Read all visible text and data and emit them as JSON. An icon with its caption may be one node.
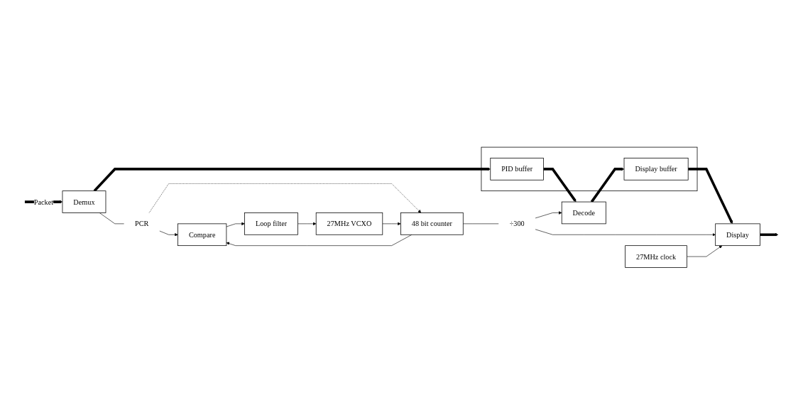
{
  "diagram": {
    "nodes": [
      {
        "text": [],
        "shape": "box"
      },
      {
        "text": [
          "PID buffer"
        ],
        "in": 0
      },
      {
        "text": [
          "Display buffer"
        ],
        "in": 0
      },
      {
        "text": [
          "Demux"
        ]
      },
      {
        "text": [
          "Decode"
        ]
      },
      {
        "text": [
          "Display"
        ]
      },
      {
        "text": [
          "PCR"
        ]
      },
      {
        "text": [
          "Compare"
        ]
      },
      {
        "text": [
          "48 bit counter"
        ]
      },
      {
        "text": [
          "÷300"
        ]
      },
      {
        "text": [
          "Loop filter"
        ]
      },
      {
        "text": [
          "27MHz VCXO"
        ]
      },
      {
        "text": [
          "27MHz clock"
        ]
      }
    ],
    "edges": [
      {
        "from": null,
        "to": 3,
        "arrow": "to",
        "label": "Packet",
        "style": "thick"
      },
      {
        "from": 3,
        "to": 1,
        "arrow": "to",
        "style": "thick"
      },
      {
        "from": 1,
        "to": 4,
        "arrow": "to",
        "style": "thick"
      },
      {
        "from": 4,
        "to": 2,
        "arrow": "to",
        "style": "thick"
      },
      {
        "from": 2,
        "to": 5,
        "arrow": "to",
        "style": "thick"
      },
      {
        "from": 5,
        "to": null,
        "arrow": "to",
        "style": "thick"
      },
      {
        "from": 3,
        "to": 6,
        "arrow": "none"
      },
      {
        "from": 6,
        "to": 7,
        "arrow": "to"
      },
      {
        "from": 6,
        "to": 8,
        "arrow": "to",
        "style": "dashed"
      },
      {
        "from": 8,
        "to": 7,
        "arrow": "to"
      },
      {
        "from": 7,
        "to": 10,
        "arrow": "to"
      },
      {
        "from": 10,
        "to": 11,
        "arrow": "to"
      },
      {
        "from": 11,
        "to": 8,
        "arrow": "to"
      },
      {
        "from": 8,
        "to": 9,
        "arrow": "none"
      },
      {
        "from": 9,
        "to": 4,
        "arrow": "to"
      },
      {
        "from": 9,
        "to": 5,
        "arrow": "to"
      },
      {
        "from": 12,
        "to": 5,
        "arrow": "to"
      }
    ]
  }
}
